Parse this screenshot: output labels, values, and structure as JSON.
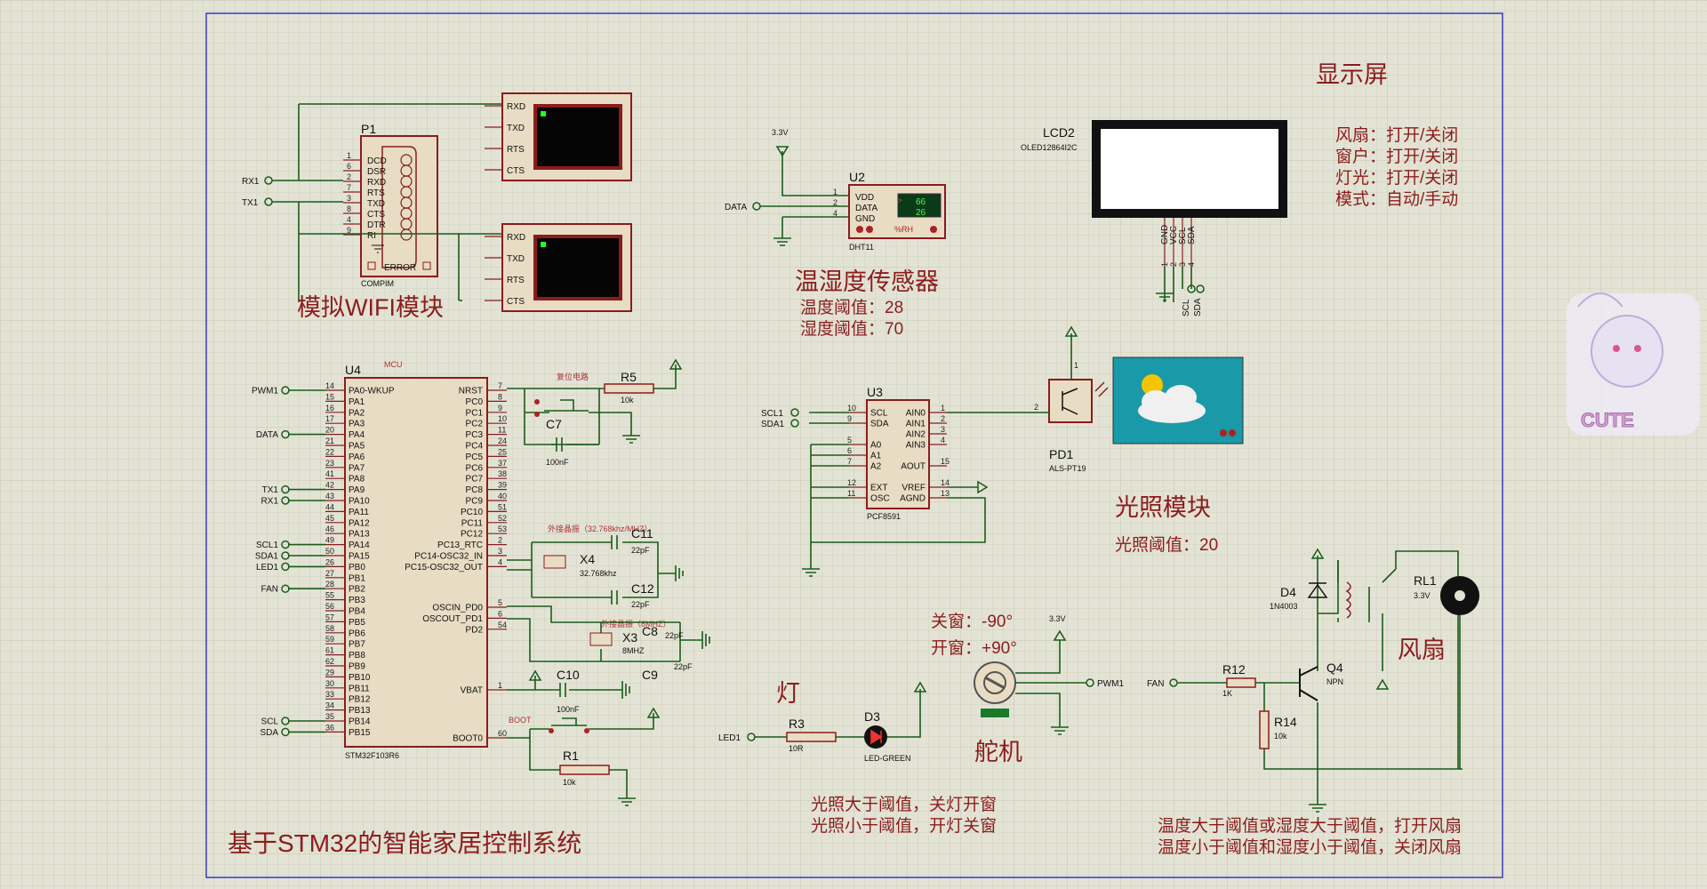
{
  "colors": {
    "background": "#e3e3d5",
    "grid": "#d0d0be",
    "wire": "#1a5c1a",
    "body": "#e8dcc4",
    "outline": "#8a1c1c",
    "label": "#8c1c1c",
    "border": "#3a3ac0"
  },
  "title": "基于STM32的智能家居控制系统",
  "wifi": {
    "title": "模拟WIFI模块",
    "ref": "P1",
    "part": "COMPIM",
    "error": "ERROR",
    "pins": [
      "DCD",
      "DSR",
      "RXD",
      "RTS",
      "TXD",
      "CTS",
      "DTR",
      "RI"
    ],
    "pinnums": [
      "1",
      "6",
      "2",
      "7",
      "3",
      "8",
      "4",
      "9"
    ],
    "net_rx": "RX1",
    "net_tx": "TX1",
    "terminal_pins": [
      "RXD",
      "TXD",
      "RTS",
      "CTS"
    ]
  },
  "display": {
    "title": "显示屏",
    "ref": "LCD2",
    "part": "OLED12864I2C",
    "pins": [
      "GND",
      "VCC",
      "SCL",
      "SDA"
    ],
    "pinnums": [
      "1",
      "2",
      "3",
      "4"
    ],
    "legend": [
      "风扇：打开/关闭",
      "窗户：打开/关闭",
      "灯光：打开/关闭",
      "模式：自动/手动"
    ],
    "net_scl": "SCL",
    "net_sda": "SDA"
  },
  "sensor": {
    "title": "温湿度传感器",
    "temp_threshold": "温度阈值：28",
    "humid_threshold": "湿度阈值：70",
    "ref": "U2",
    "part": "DHT11",
    "pins": [
      "VDD",
      "DATA",
      "GND"
    ],
    "pinnums": [
      "1",
      "2",
      "4"
    ],
    "power": "3.3V",
    "net_data": "DATA",
    "lcd_val1": "66",
    "lcd_val2": "26",
    "unit": "%RH"
  },
  "mcu": {
    "ref": "U4",
    "part": "STM32F103R6",
    "label": "MCU",
    "left_pins": [
      "PA0-WKUP",
      "PA1",
      "PA2",
      "PA3",
      "PA4",
      "PA5",
      "PA6",
      "PA7",
      "PA8",
      "PA9",
      "PA10",
      "PA11",
      "PA12",
      "PA13",
      "PA14",
      "PA15",
      "PB0",
      "PB1",
      "PB2",
      "PB3",
      "PB4",
      "PB5",
      "PB6",
      "PB7",
      "PB8",
      "PB9",
      "PB10",
      "PB11",
      "PB12",
      "PB13",
      "PB14",
      "PB15"
    ],
    "left_nums": [
      "14",
      "15",
      "16",
      "17",
      "20",
      "21",
      "22",
      "23",
      "41",
      "42",
      "43",
      "44",
      "45",
      "46",
      "49",
      "50",
      "26",
      "27",
      "28",
      "55",
      "56",
      "57",
      "58",
      "59",
      "61",
      "62",
      "29",
      "30",
      "33",
      "34",
      "35",
      "36"
    ],
    "left_nets": {
      "0": "PWM1",
      "4": "DATA",
      "9": "TX1",
      "10": "RX1",
      "14": "SCL1",
      "15": "SDA1",
      "16": "LED1",
      "18": "FAN",
      "30": "SCL",
      "31": "SDA"
    },
    "right_pins": [
      "NRST",
      "PC0",
      "PC1",
      "PC2",
      "PC3",
      "PC4",
      "PC5",
      "PC6",
      "PC7",
      "PC8",
      "PC9",
      "PC10",
      "PC11",
      "PC12",
      "PC13_RTC",
      "PC14-OSC32_IN",
      "PC15-OSC32_OUT"
    ],
    "right_nums": [
      "7",
      "8",
      "9",
      "10",
      "11",
      "24",
      "25",
      "37",
      "38",
      "39",
      "40",
      "51",
      "52",
      "53",
      "2",
      "3",
      "4"
    ],
    "right_pins2": [
      "OSCIN_PD0",
      "OSCOUT_PD1",
      "PD2"
    ],
    "right_nums2": [
      "5",
      "6",
      "54"
    ],
    "vbat": "VBAT",
    "vbat_num": "1",
    "boot": "BOOT0",
    "boot_num": "60"
  },
  "reset": {
    "label": "复位电路",
    "r5": "R5",
    "r5v": "10k",
    "c7": "C7",
    "c7v": "100nF"
  },
  "xtal_low": {
    "label": "外接晶振（32.768khz/MHZ）",
    "x4": "X4",
    "x4v": "32.768khz",
    "c11": "C11",
    "c11v": "22pF",
    "c12": "C12",
    "c12v": "22pF"
  },
  "xtal_high": {
    "label": "外接晶振（8MHZ）",
    "x3": "X3",
    "x3v": "8MHZ",
    "c8": "C8",
    "c8v": "22pF",
    "c9": "C9",
    "c9v": "22pF"
  },
  "vbat_cap": {
    "ref": "C10",
    "val": "100nF"
  },
  "boot": {
    "label": "BOOT",
    "r1": "R1",
    "r1v": "10k"
  },
  "adc": {
    "ref": "U3",
    "part": "PCF8591",
    "left_pins": [
      "SCL",
      "SDA",
      "A0",
      "A1",
      "A2",
      "EXT",
      "OSC"
    ],
    "left_nums": [
      "10",
      "9",
      "5",
      "6",
      "7",
      "12",
      "11"
    ],
    "right_pins": [
      "AIN0",
      "AIN1",
      "AIN2",
      "AIN3",
      "AOUT",
      "VREF",
      "AGND"
    ],
    "right_nums": [
      "1",
      "2",
      "3",
      "4",
      "15",
      "14",
      "13"
    ],
    "net_scl": "SCL1",
    "net_sda": "SDA1"
  },
  "light": {
    "title": "光照模块",
    "threshold": "光照阈值：20",
    "ref": "PD1",
    "part": "ALS-PT19",
    "pin1": "1",
    "pin2": "2"
  },
  "lamp": {
    "title": "灯",
    "net": "LED1",
    "r3": "R3",
    "r3v": "10R",
    "d3": "D3",
    "d3v": "LED-GREEN",
    "rule1": "光照大于阈值，关灯开窗",
    "rule2": "光照小于阈值，开灯关窗"
  },
  "servo": {
    "title": "舵机",
    "close": "关窗：-90°",
    "open": "开窗：+90°",
    "power": "3.3V",
    "net": "PWM1"
  },
  "fan": {
    "title": "风扇",
    "net": "FAN",
    "r12": "R12",
    "r12v": "1K",
    "r14": "R14",
    "r14v": "10k",
    "q4": "Q4",
    "q4v": "NPN",
    "d4": "D4",
    "d4v": "1N4003",
    "rl1": "RL1",
    "rl1v": "3.3V",
    "rule1": "温度大于阈值或湿度大于阈值，打开风扇",
    "rule2": "温度小于阈值和湿度小于阈值，关闭风扇"
  },
  "watermark": {
    "text": "CUTE"
  }
}
